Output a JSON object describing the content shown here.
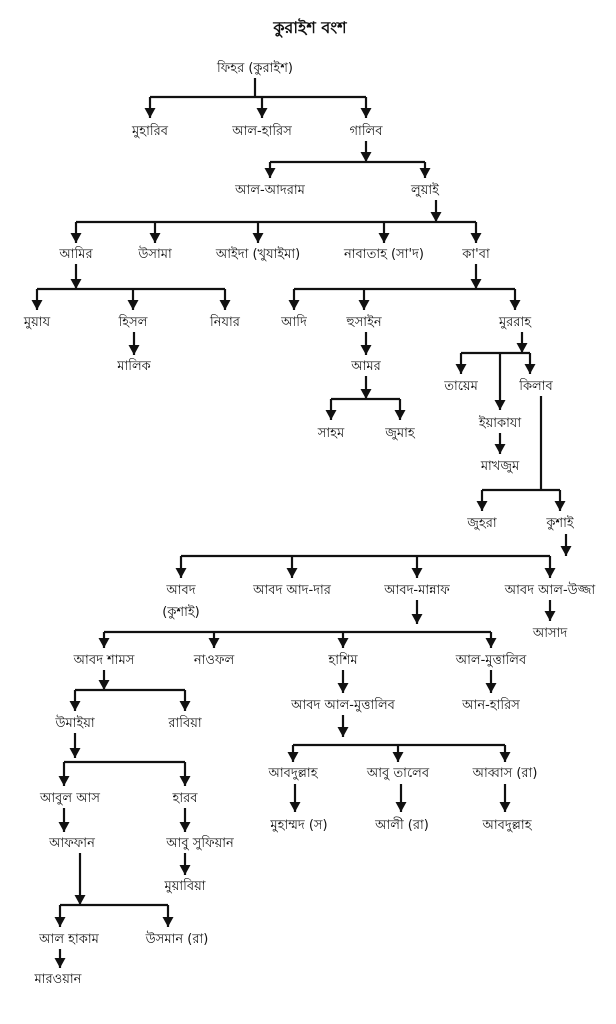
{
  "title": "কুরাইশ বংশ",
  "persons": {
    "fihr": "ফিহর (কুরাইশ)",
    "muharib": "মুহারিব",
    "al_haris_1": "আল-হারিস",
    "galib": "গালিব",
    "al_adram": "আল-আদরাম",
    "luayy": "লুয়াই",
    "amir": "আমির",
    "usama": "উসামা",
    "aida": "আইদা (খুযাইমা)",
    "nabatah": "নাবাতাহ (সা'দ)",
    "kaba": "কা'বা",
    "muyaz": "মুয়ায",
    "hisl": "হিসল",
    "nizar": "নিযার",
    "malik": "মালিক",
    "adi": "আদি",
    "husain": "হুসাইন",
    "murrah": "মুররাহ",
    "amr_1": "আমর",
    "sahm": "সাহম",
    "jumah": "জুমাহ",
    "taym": "তায়েম",
    "kilab": "কিলাব",
    "yaqaza": "ইয়াকাযা",
    "makhzum": "মাখজুম",
    "zuhra": "জুহরা",
    "qusai": "কুশাই",
    "abd_qusai": "আবদ",
    "abd_qusai_2": "(কুশাই)",
    "abd_ad_dar": "আবদ আদ-দার",
    "abd_manaf": "আবদ-মান্নাফ",
    "abd_uzza": "আবদ আল-উজ্জা",
    "asad": "আসাদ",
    "abd_shams": "আবদ শামস",
    "nawfal": "নাওফল",
    "hashim": "হাশিম",
    "al_muttalib": "আল-মুত্তালিব",
    "an_haris": "আন-হারিস",
    "abd_al_muttalib": "আবদ আল-মুত্তালিব",
    "umayya": "উমাইয়া",
    "rabia": "রাবিয়া",
    "abdullah": "আবদুল্লাহ",
    "abu_talib": "আবু তালেব",
    "abbas": "আব্বাস (রা)",
    "muhammad": "মুহাম্মদ (স)",
    "ali": "আলী (রা)",
    "abdullah_2": "আবদুল্লাহ",
    "abul_as": "আবুল আস",
    "harb": "হারব",
    "affan": "আফফান",
    "abu_sufyan": "আবু সুফিয়ান",
    "muawiya": "মুয়াবিয়া",
    "al_hakam": "আল হাকাম",
    "uthman": "উসমান (রা)",
    "marwan": "মারওয়ান"
  }
}
